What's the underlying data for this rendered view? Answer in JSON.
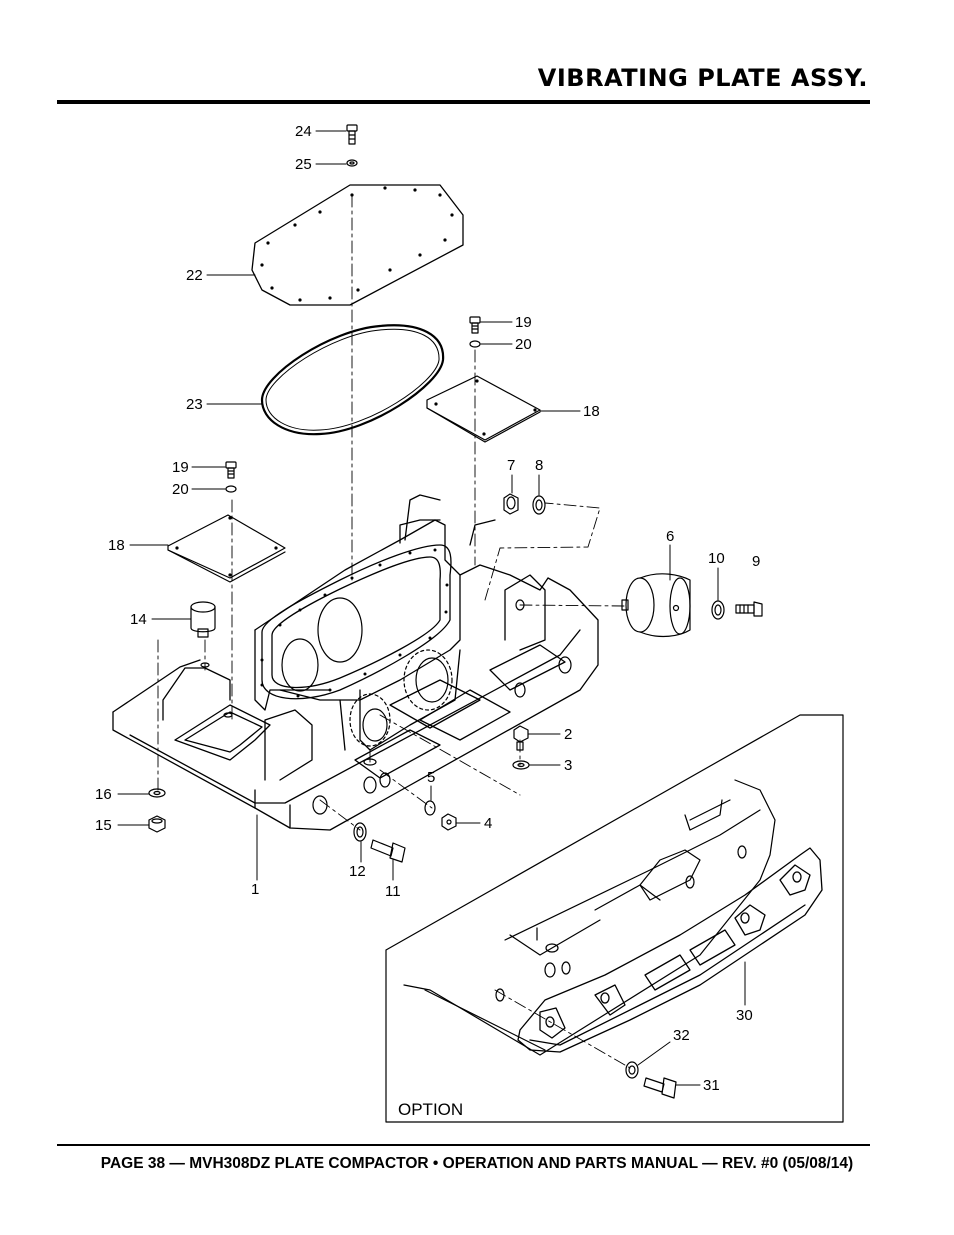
{
  "header": {
    "title": "VIBRATING PLATE ASSY."
  },
  "footer": {
    "text": "PAGE 38 — MVH308DZ PLATE COMPACTOR • OPERATION AND PARTS MANUAL — REV. #0 (05/08/14)"
  },
  "option_label": "OPTION",
  "callouts": [
    {
      "id": "c24",
      "text": "24"
    },
    {
      "id": "c25",
      "text": "25"
    },
    {
      "id": "c22",
      "text": "22"
    },
    {
      "id": "c23",
      "text": "23"
    },
    {
      "id": "c19a",
      "text": "19"
    },
    {
      "id": "c20a",
      "text": "20"
    },
    {
      "id": "c18a",
      "text": "18"
    },
    {
      "id": "c7",
      "text": "7"
    },
    {
      "id": "c8",
      "text": "8"
    },
    {
      "id": "c19b",
      "text": "19"
    },
    {
      "id": "c20b",
      "text": "20"
    },
    {
      "id": "c18b",
      "text": "18"
    },
    {
      "id": "c6",
      "text": "6"
    },
    {
      "id": "c10",
      "text": "10"
    },
    {
      "id": "c9",
      "text": "9"
    },
    {
      "id": "c14",
      "text": "14"
    },
    {
      "id": "c2",
      "text": "2"
    },
    {
      "id": "c3",
      "text": "3"
    },
    {
      "id": "c5",
      "text": "5"
    },
    {
      "id": "c4",
      "text": "4"
    },
    {
      "id": "c16",
      "text": "16"
    },
    {
      "id": "c15",
      "text": "15"
    },
    {
      "id": "c12",
      "text": "12"
    },
    {
      "id": "c11",
      "text": "11"
    },
    {
      "id": "c1",
      "text": "1"
    },
    {
      "id": "c30",
      "text": "30"
    },
    {
      "id": "c32",
      "text": "32"
    },
    {
      "id": "c31",
      "text": "31"
    }
  ]
}
